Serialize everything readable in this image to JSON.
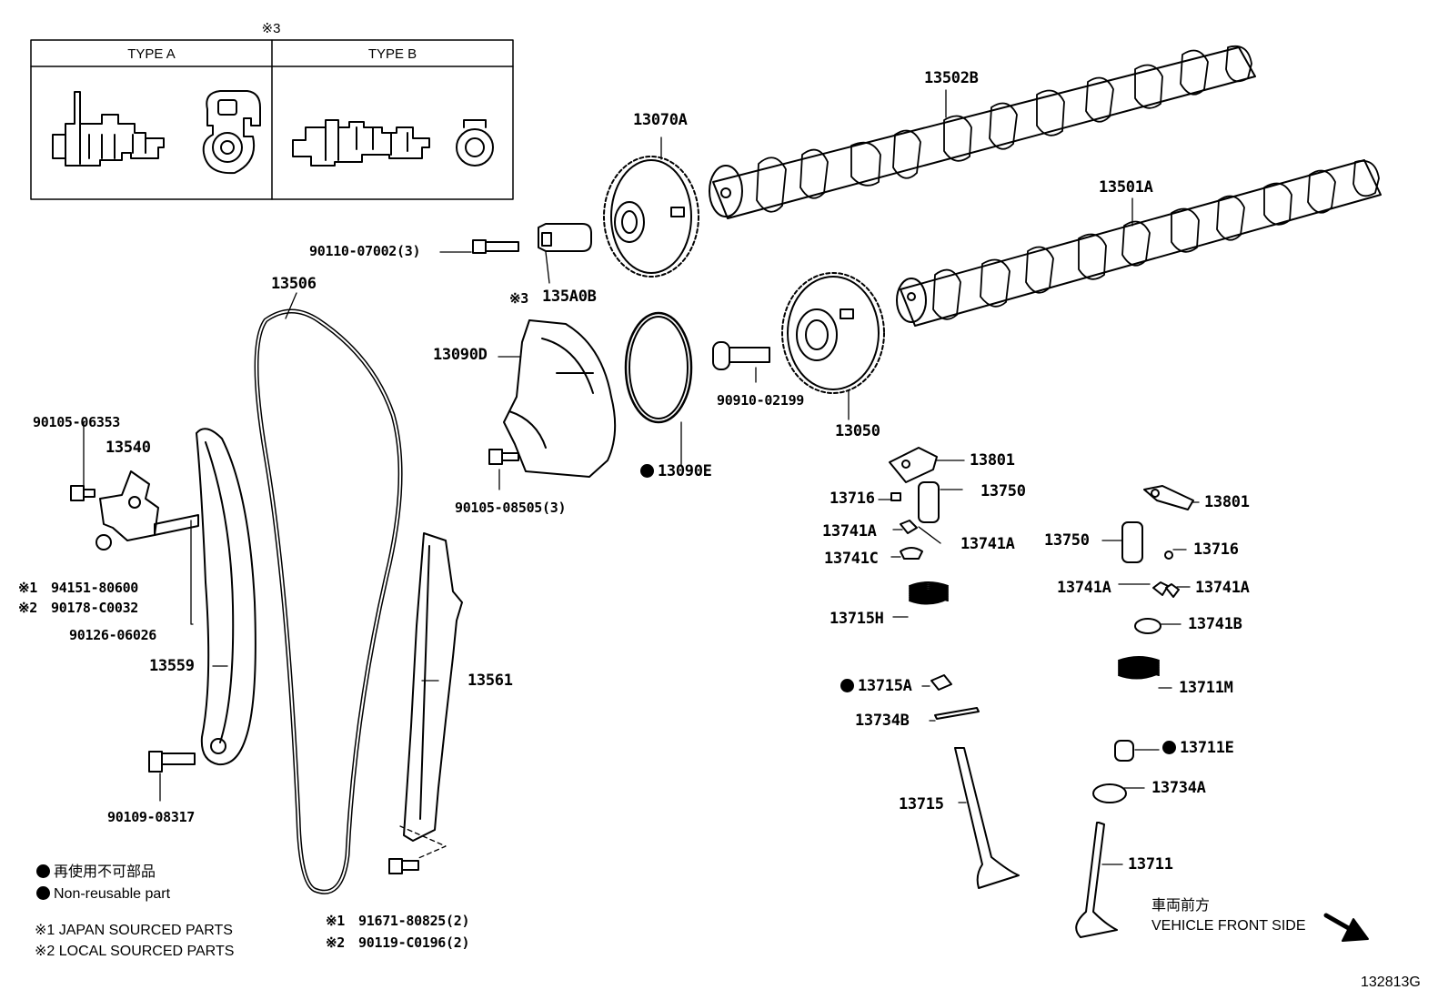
{
  "inset": {
    "ref_mark": "※3",
    "type_a": "TYPE A",
    "type_b": "TYPE B"
  },
  "parts": {
    "p13502B": "13502B",
    "p13501A": "13501A",
    "p13070A": "13070A",
    "p90110": "90110-07002(3)",
    "p135A0B_mark": "※3",
    "p135A0B": "135A0B",
    "p13506": "13506",
    "p13090D": "13090D",
    "p90910": "90910-02199",
    "p13050": "13050",
    "p13090E": "13090E",
    "p90105_08505": "90105-08505(3)",
    "p90105_06353": "90105-06353",
    "p13540": "13540",
    "p94151_mark": "※1",
    "p94151": "94151-80600",
    "p90178_mark": "※2",
    "p90178": "90178-C0032",
    "p90126": "90126-06026",
    "p13559": "13559",
    "p13561": "13561",
    "p90109": "90109-08317",
    "p91671_mark": "※1",
    "p91671": "91671-80825(2)",
    "p90119_mark": "※2",
    "p90119": "90119-C0196(2)",
    "p13801a": "13801",
    "p13716a": "13716",
    "p13750a": "13750",
    "p13741Aa": "13741A",
    "p13741Ab": "13741A",
    "p13741C": "13741C",
    "p13715H": "13715H",
    "p13715A": "13715A",
    "p13734B": "13734B",
    "p13715": "13715",
    "p13801b": "13801",
    "p13750b": "13750",
    "p13716b": "13716",
    "p13741Ac": "13741A",
    "p13741Ad": "13741A",
    "p13741B": "13741B",
    "p13711M": "13711M",
    "p13711E": "13711E",
    "p13734A": "13734A",
    "p13711": "13711"
  },
  "legend": {
    "jp": "再使用不可部品",
    "en": "Non-reusable part",
    "note1": "※1 JAPAN SOURCED PARTS",
    "note2": "※2 LOCAL SOURCED PARTS"
  },
  "direction": {
    "jp": "車両前方",
    "en": "VEHICLE FRONT SIDE"
  },
  "figure_id": "132813G"
}
